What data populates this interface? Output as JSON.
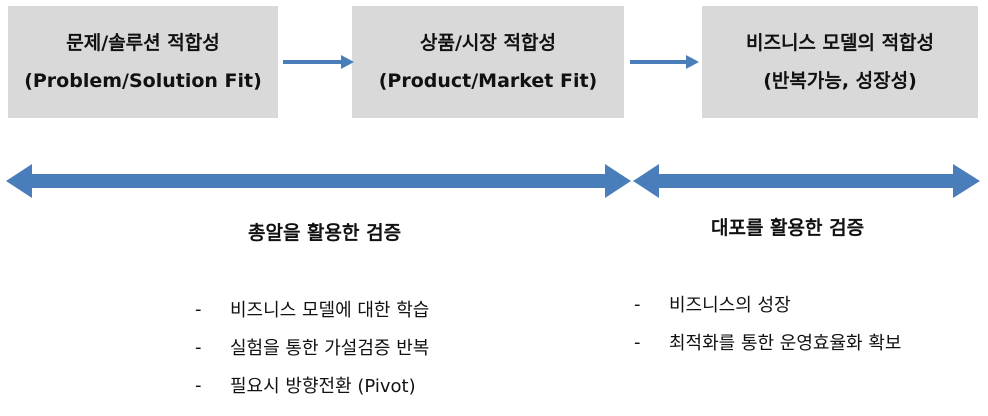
{
  "stages": [
    {
      "line1": "문제/솔루션 적합성",
      "line2": "(Problem/Solution Fit)"
    },
    {
      "line1": "상품/시장 적합성",
      "line2": "(Product/Market Fit)"
    },
    {
      "line1": "비즈니스 모델의 적합성",
      "line2": "(반복가능, 성장성)"
    }
  ],
  "phases": [
    {
      "title": "총알을 활용한 검증",
      "bullets": [
        "비즈니스 모델에 대한 학습",
        "실험을 통한 가설검증 반복",
        "필요시 방향전환 (Pivot)"
      ]
    },
    {
      "title": "대포를 활용한 검증",
      "bullets": [
        "비즈니스의 성장",
        "최적화를 통한 운영효율화 확보"
      ]
    }
  ],
  "bullet_marker": "-",
  "colors": {
    "box": "#d9d9d9",
    "arrow": "#4a7ebb"
  }
}
